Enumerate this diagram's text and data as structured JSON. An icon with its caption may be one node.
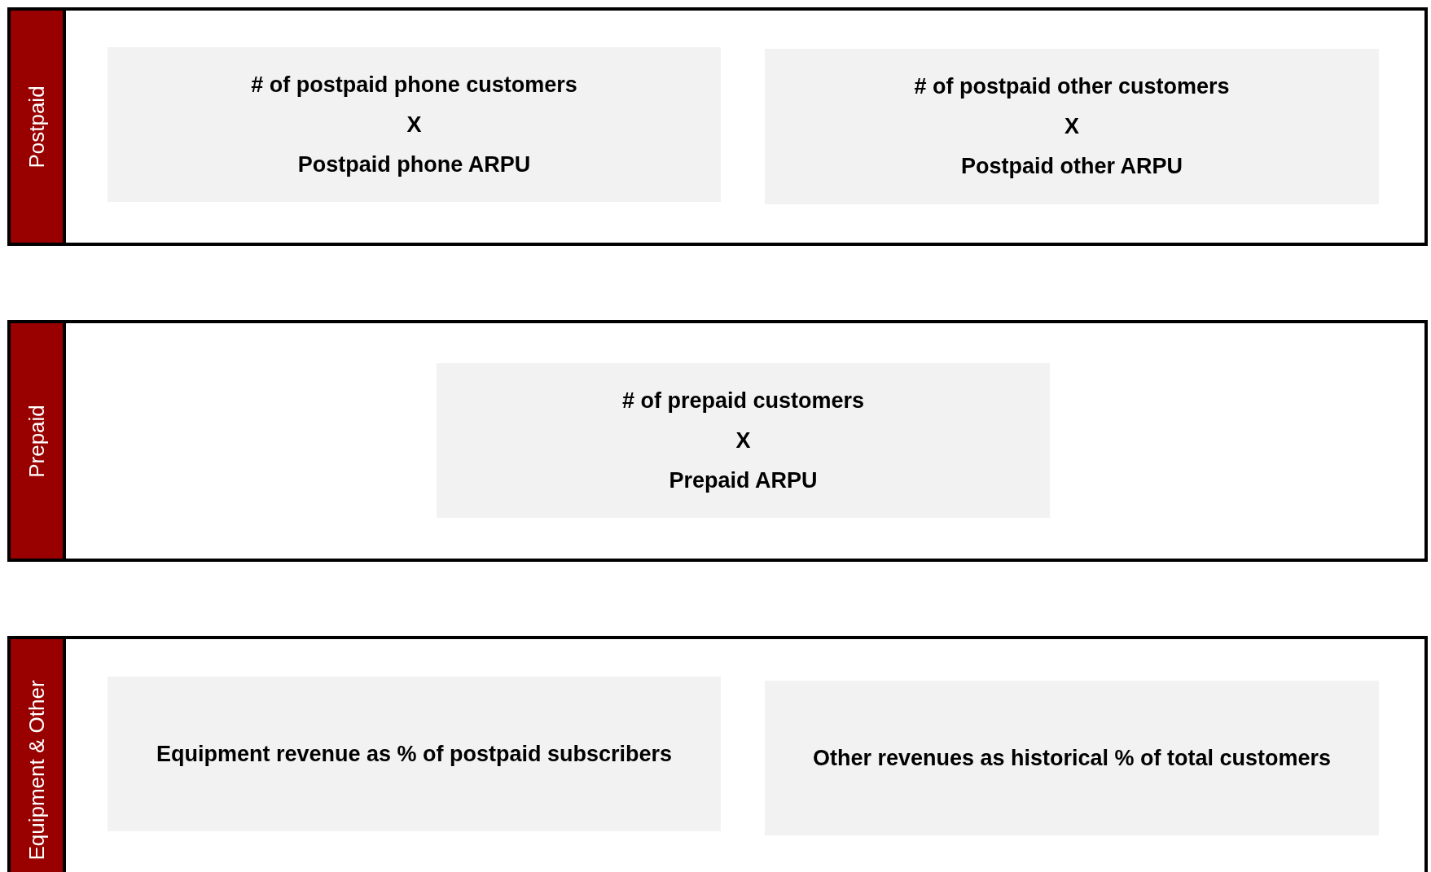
{
  "diagram": {
    "nodes": [
      {
        "text": [
          "Postpaid"
        ]
      },
      {
        "text": [
          "# of postpaid phone customers",
          "X",
          "Postpaid phone ARPU"
        ],
        "in": 0
      },
      {
        "text": [
          "# of postpaid other customers",
          "X",
          "Postpaid other ARPU"
        ],
        "in": 0
      },
      {
        "text": [
          "Prepaid"
        ]
      },
      {
        "text": [
          "# of prepaid customers",
          "X",
          "Prepaid ARPU"
        ],
        "in": 3
      },
      {
        "text": [
          "Equipment & Other"
        ]
      },
      {
        "text": [
          "Equipment revenue as % of postpaid subscribers"
        ],
        "in": 5
      },
      {
        "text": [
          "Other revenues as historical % of total customers"
        ],
        "in": 5
      }
    ]
  }
}
